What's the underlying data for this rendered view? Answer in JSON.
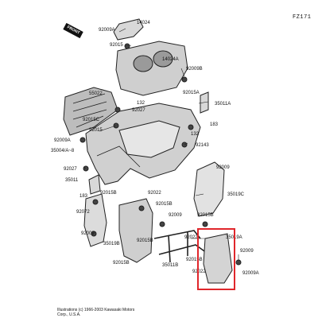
{
  "diagram_code": "FZ171",
  "front_label": "FRONT",
  "copyright": "Illustrations (c) 1966-2003 Kawasaki Motors Corp., U.S.A.",
  "highlight_color": "#e0262b",
  "labels": {
    "l1": "14024",
    "l2": "92009A",
    "l3": "14024A",
    "l4": "92015",
    "l5": "92009B",
    "l6": "55022",
    "l7": "92015A",
    "l8": "132",
    "l9": "92027",
    "l10": "35011A",
    "l11": "92015C",
    "l12": "92015",
    "l13": "183",
    "l14": "92009A",
    "l15": "35004/A~8",
    "l16": "132",
    "l17": "92143",
    "l18": "92009",
    "l19": "92027",
    "l20": "35011",
    "l21": "183",
    "l22": "92015B",
    "l23": "92022",
    "l24": "35019C",
    "l25": "92015B",
    "l26": "92072",
    "l27": "92009",
    "l28": "92015B",
    "l29": "92009",
    "l30": "35019B",
    "l31": "92015B",
    "l32": "92022",
    "l33": "92015B",
    "l34": "35011B",
    "l35": "35019A",
    "l36": "92009",
    "l37": "92015B",
    "l38": "92022",
    "l39": "92009A"
  }
}
